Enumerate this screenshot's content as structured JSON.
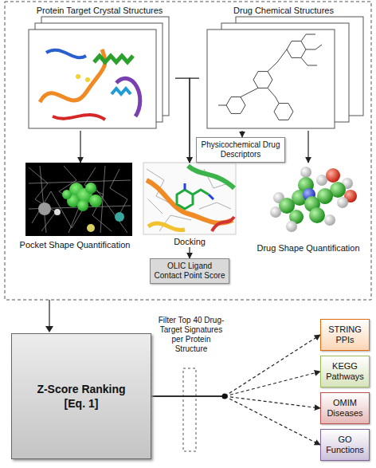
{
  "diagram": {
    "nodes": [
      {
        "text": [
          "Protein Target Crystal Structures"
        ]
      },
      {
        "text": [
          "Drug Chemical Structures"
        ]
      },
      {
        "text": [
          "Physicochemical Drug Descriptors"
        ]
      },
      {
        "text": [
          "Pocket Shape Quantification"
        ]
      },
      {
        "text": [
          "Docking"
        ]
      },
      {
        "text": [
          "Drug Shape Quantification"
        ]
      },
      {
        "text": [
          "OLIC Ligand Contact Point Score"
        ]
      },
      {
        "text": [
          "Z-Score Ranking [Eq. 1]"
        ]
      },
      {
        "text": [
          "STRING PPIs"
        ]
      },
      {
        "text": [
          "KEGG Pathways"
        ]
      },
      {
        "text": [
          "OMIM Diseases"
        ]
      },
      {
        "text": [
          "GO Functions"
        ]
      }
    ],
    "edges": [
      {
        "from": 0,
        "to": 3,
        "arrow": "to"
      },
      {
        "from": 0,
        "to": 4,
        "arrow": "to"
      },
      {
        "from": 1,
        "to": 4,
        "arrow": "to"
      },
      {
        "from": 1,
        "to": 2,
        "arrow": "to"
      },
      {
        "from": 1,
        "to": 5,
        "arrow": "to"
      },
      {
        "from": 4,
        "to": 6,
        "arrow": "to"
      },
      {
        "from": 7,
        "to": 8,
        "arrow": "to"
      },
      {
        "from": 7,
        "to": 9,
        "arrow": "to"
      },
      {
        "from": 7,
        "to": 10,
        "arrow": "to"
      },
      {
        "from": 7,
        "to": 11,
        "arrow": "to"
      }
    ],
    "labels": [
      "Filter Top 40 Drug-Target Signatures per Protein Structure"
    ]
  }
}
